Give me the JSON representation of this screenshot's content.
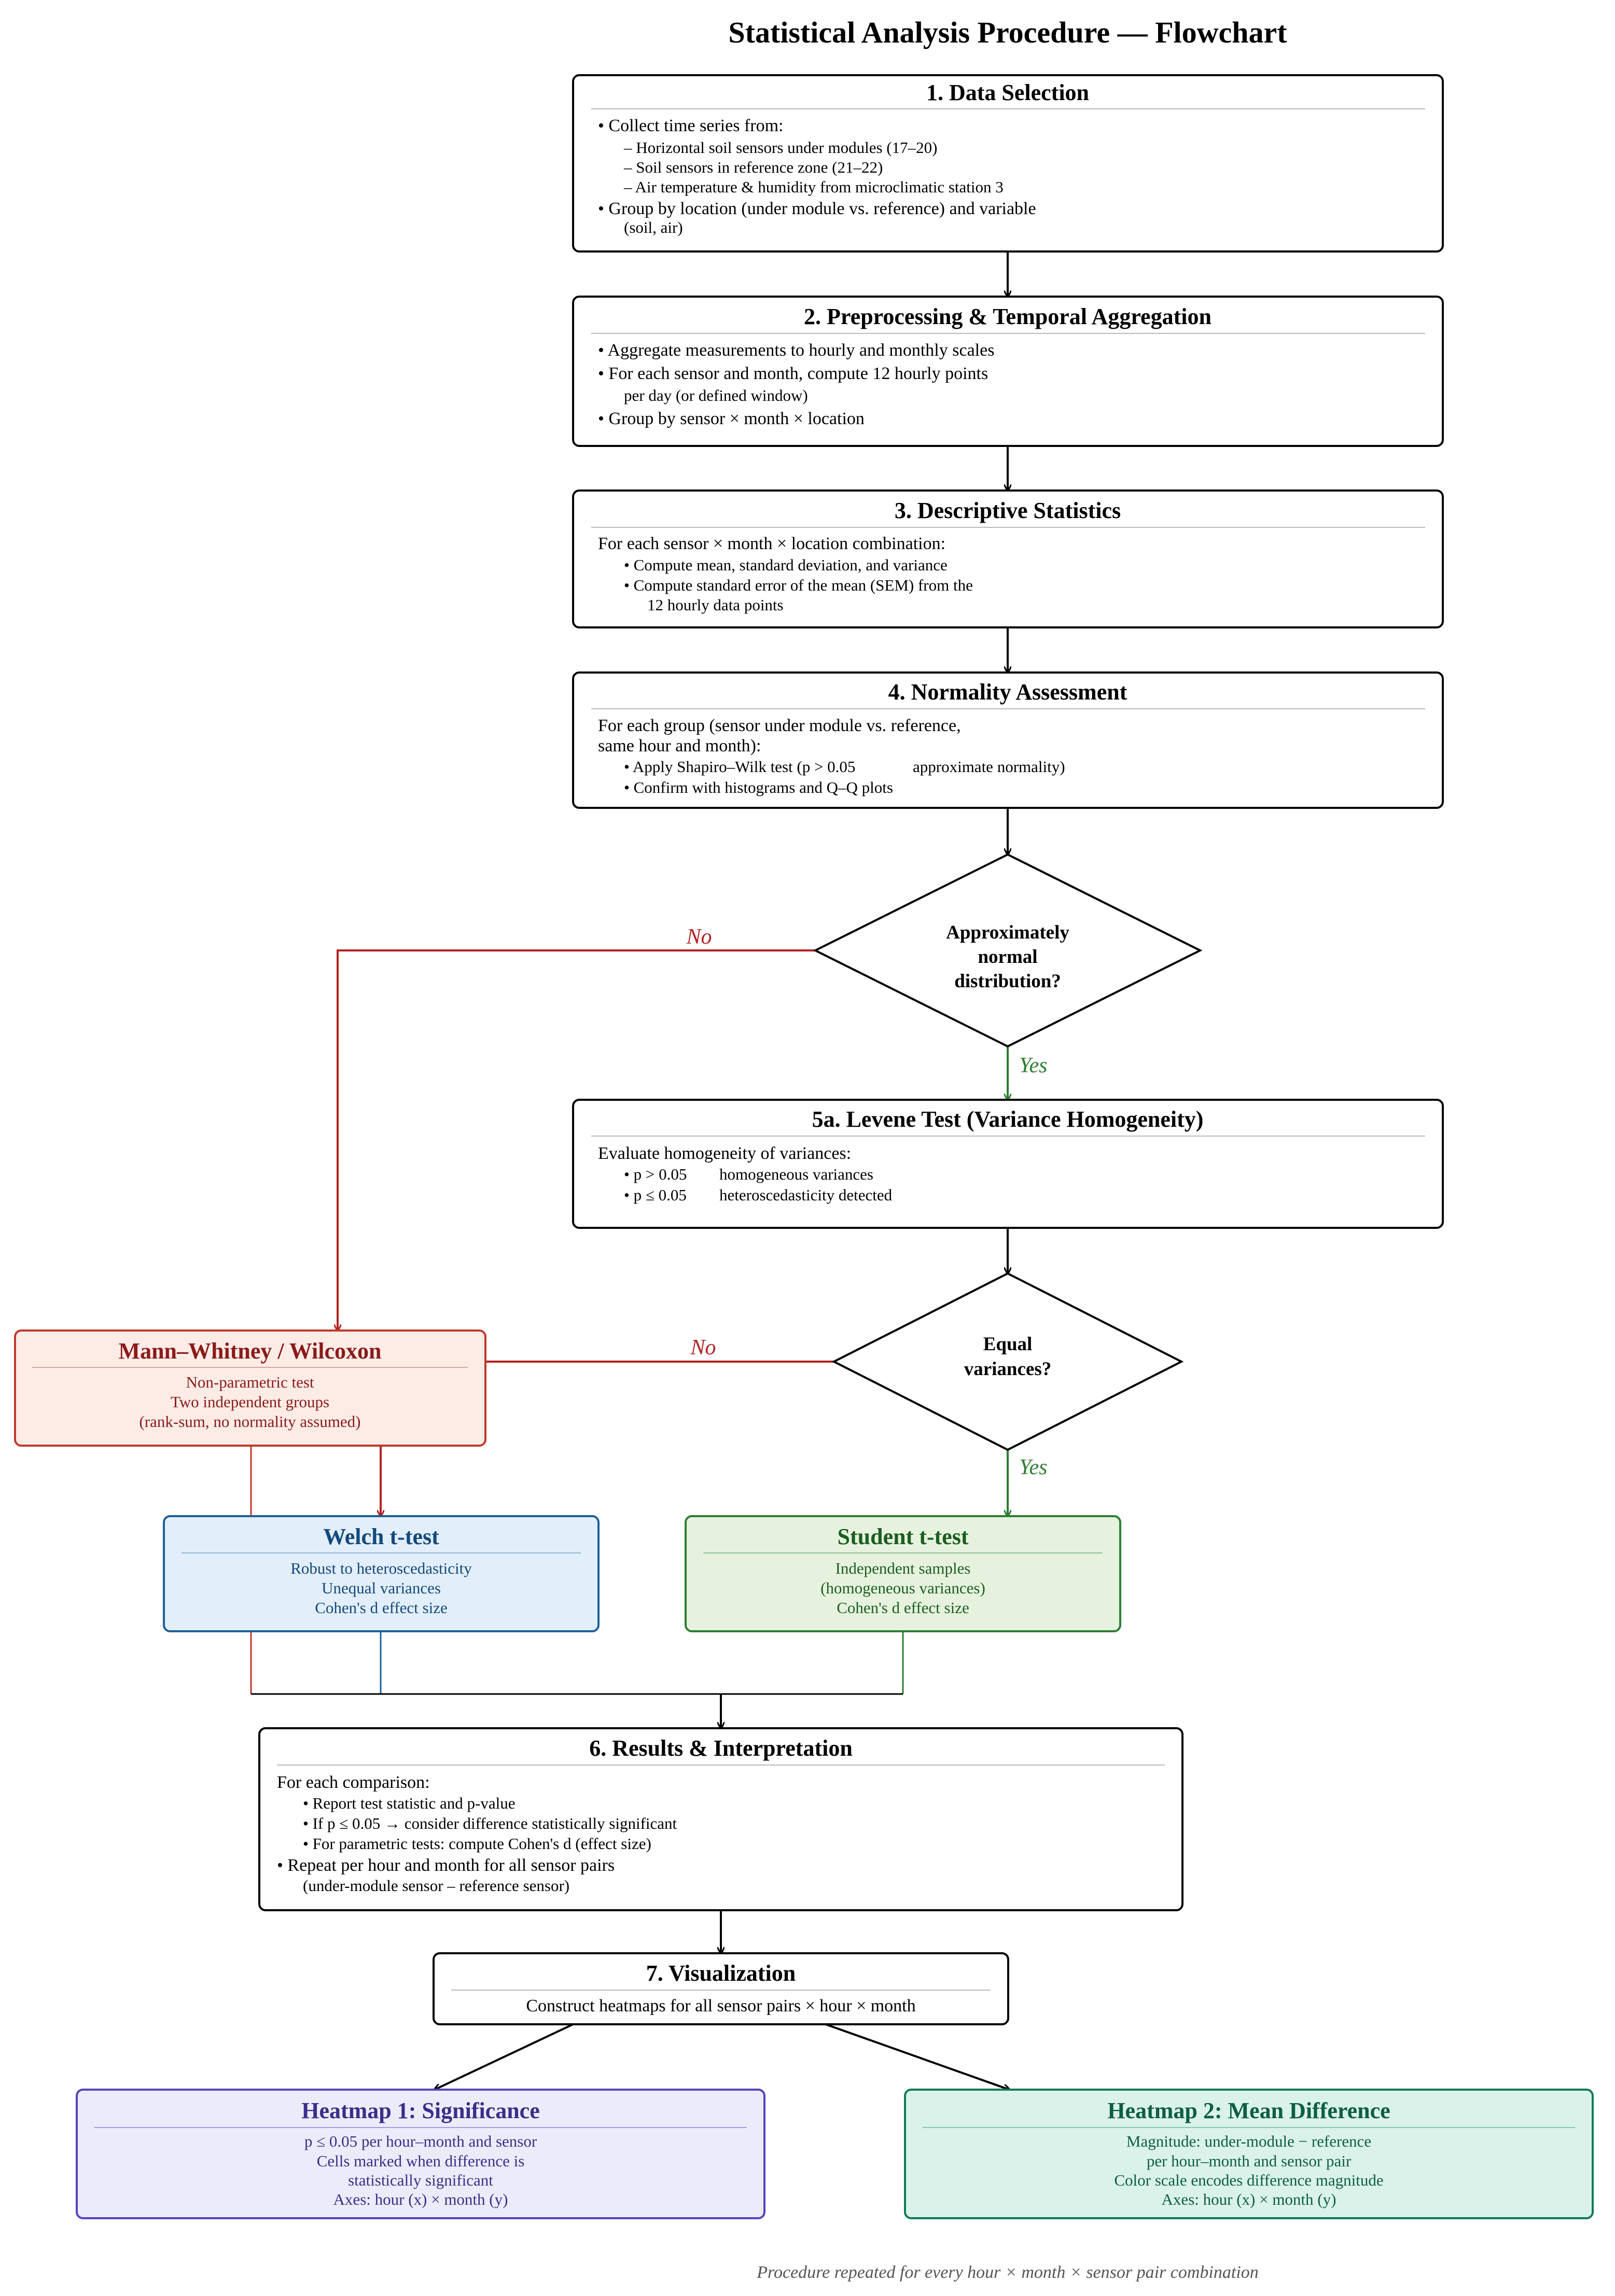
{
  "title": "Statistical Analysis Procedure — Flowchart",
  "step1": {
    "heading": "1. Data Selection",
    "l1": "• Collect time series from:",
    "l2": "– Horizontal soil sensors under modules (17–20)",
    "l3": "– Soil sensors in reference zone (21–22)",
    "l4": "– Air temperature & humidity from microclimatic station 3",
    "l5": "• Group by location (under module vs. reference) and variable",
    "l6": "(soil, air)"
  },
  "step2": {
    "heading": "2. Preprocessing & Temporal Aggregation",
    "l1": "• Aggregate measurements to hourly and monthly scales",
    "l2": "• For each sensor and month, compute 12 hourly points",
    "l3": "per day (or defined window)",
    "l4": "• Group by sensor × month × location"
  },
  "step3": {
    "heading": "3. Descriptive Statistics",
    "l1": "For each sensor × month × location combination:",
    "l2": "• Compute mean, standard deviation, and variance",
    "l3": "• Compute standard error of the mean (SEM) from the",
    "l4": "12 hourly data points"
  },
  "step4": {
    "heading": "4. Normality Assessment",
    "l1": "For each group (sensor under module vs. reference,",
    "l2": "same hour and month):",
    "l3a": "• Apply Shapiro–Wilk test (p > 0.05",
    "l3b": "approximate normality)",
    "l4": "• Confirm with histograms and Q–Q plots"
  },
  "decision1": {
    "l1": "Approximately",
    "l2": "normal",
    "l3": "distribution?",
    "no": "No",
    "yes": "Yes"
  },
  "step5a": {
    "heading": "5a. Levene Test (Variance Homogeneity)",
    "l1": "Evaluate homogeneity of variances:",
    "l2a": "• p > 0.05",
    "l2b": "homogeneous variances",
    "l3a": "• p ≤ 0.05",
    "l3b": "heteroscedasticity detected"
  },
  "decision2": {
    "l1": "Equal",
    "l2": "variances?",
    "no": "No",
    "yes": "Yes"
  },
  "mann": {
    "heading": "Mann–Whitney / Wilcoxon",
    "l1": "Non-parametric test",
    "l2": "Two independent groups",
    "l3": "(rank-sum, no normality assumed)"
  },
  "welch": {
    "heading": "Welch t-test",
    "l1": "Robust to heteroscedasticity",
    "l2": "Unequal variances",
    "l3": "Cohen's d effect size"
  },
  "student": {
    "heading": "Student t-test",
    "l1": "Independent samples",
    "l2": "(homogeneous variances)",
    "l3": "Cohen's d effect size"
  },
  "step6": {
    "heading": "6. Results & Interpretation",
    "l1": "For each comparison:",
    "l2": "• Report test statistic and p-value",
    "l3": "• If p ≤ 0.05 → consider difference statistically significant",
    "l4": "• For parametric tests: compute Cohen's d (effect size)",
    "l5": "• Repeat per hour and month for all sensor pairs",
    "l6": "(under-module sensor – reference sensor)"
  },
  "step7": {
    "heading": "7. Visualization",
    "l1": "Construct heatmaps for all sensor pairs × hour × month"
  },
  "heat1": {
    "heading": "Heatmap 1: Significance",
    "l1": "p ≤ 0.05 per hour–month and sensor",
    "l2": "Cells marked when difference is",
    "l3": "statistically significant",
    "l4": "Axes: hour (x) × month (y)"
  },
  "heat2": {
    "heading": "Heatmap 2: Mean Difference",
    "l1": "Magnitude: under-module − reference",
    "l2": "per hour–month and sensor pair",
    "l3": "Color scale encodes difference magnitude",
    "l4": "Axes: hour (x) × month (y)"
  },
  "footer": "Procedure repeated for every hour × month × sensor pair combination",
  "colors": {
    "no_path": "#b22222",
    "yes_path": "#2e7d32",
    "mann_fill": "#fdece6",
    "mann_stroke": "#c0392b",
    "mann_text": "#8b1a1a",
    "welch_fill": "#e2eefa",
    "welch_stroke": "#1f5f99",
    "welch_text": "#134a7c",
    "student_fill": "#e6f2de",
    "student_stroke": "#2e7d32",
    "student_text": "#1b5e20",
    "heat1_fill": "#ecebfa",
    "heat1_stroke": "#5544bb",
    "heat1_text": "#3b2e8a",
    "heat2_fill": "#daf2ea",
    "heat2_stroke": "#117a5a",
    "heat2_text": "#0d5e44"
  }
}
